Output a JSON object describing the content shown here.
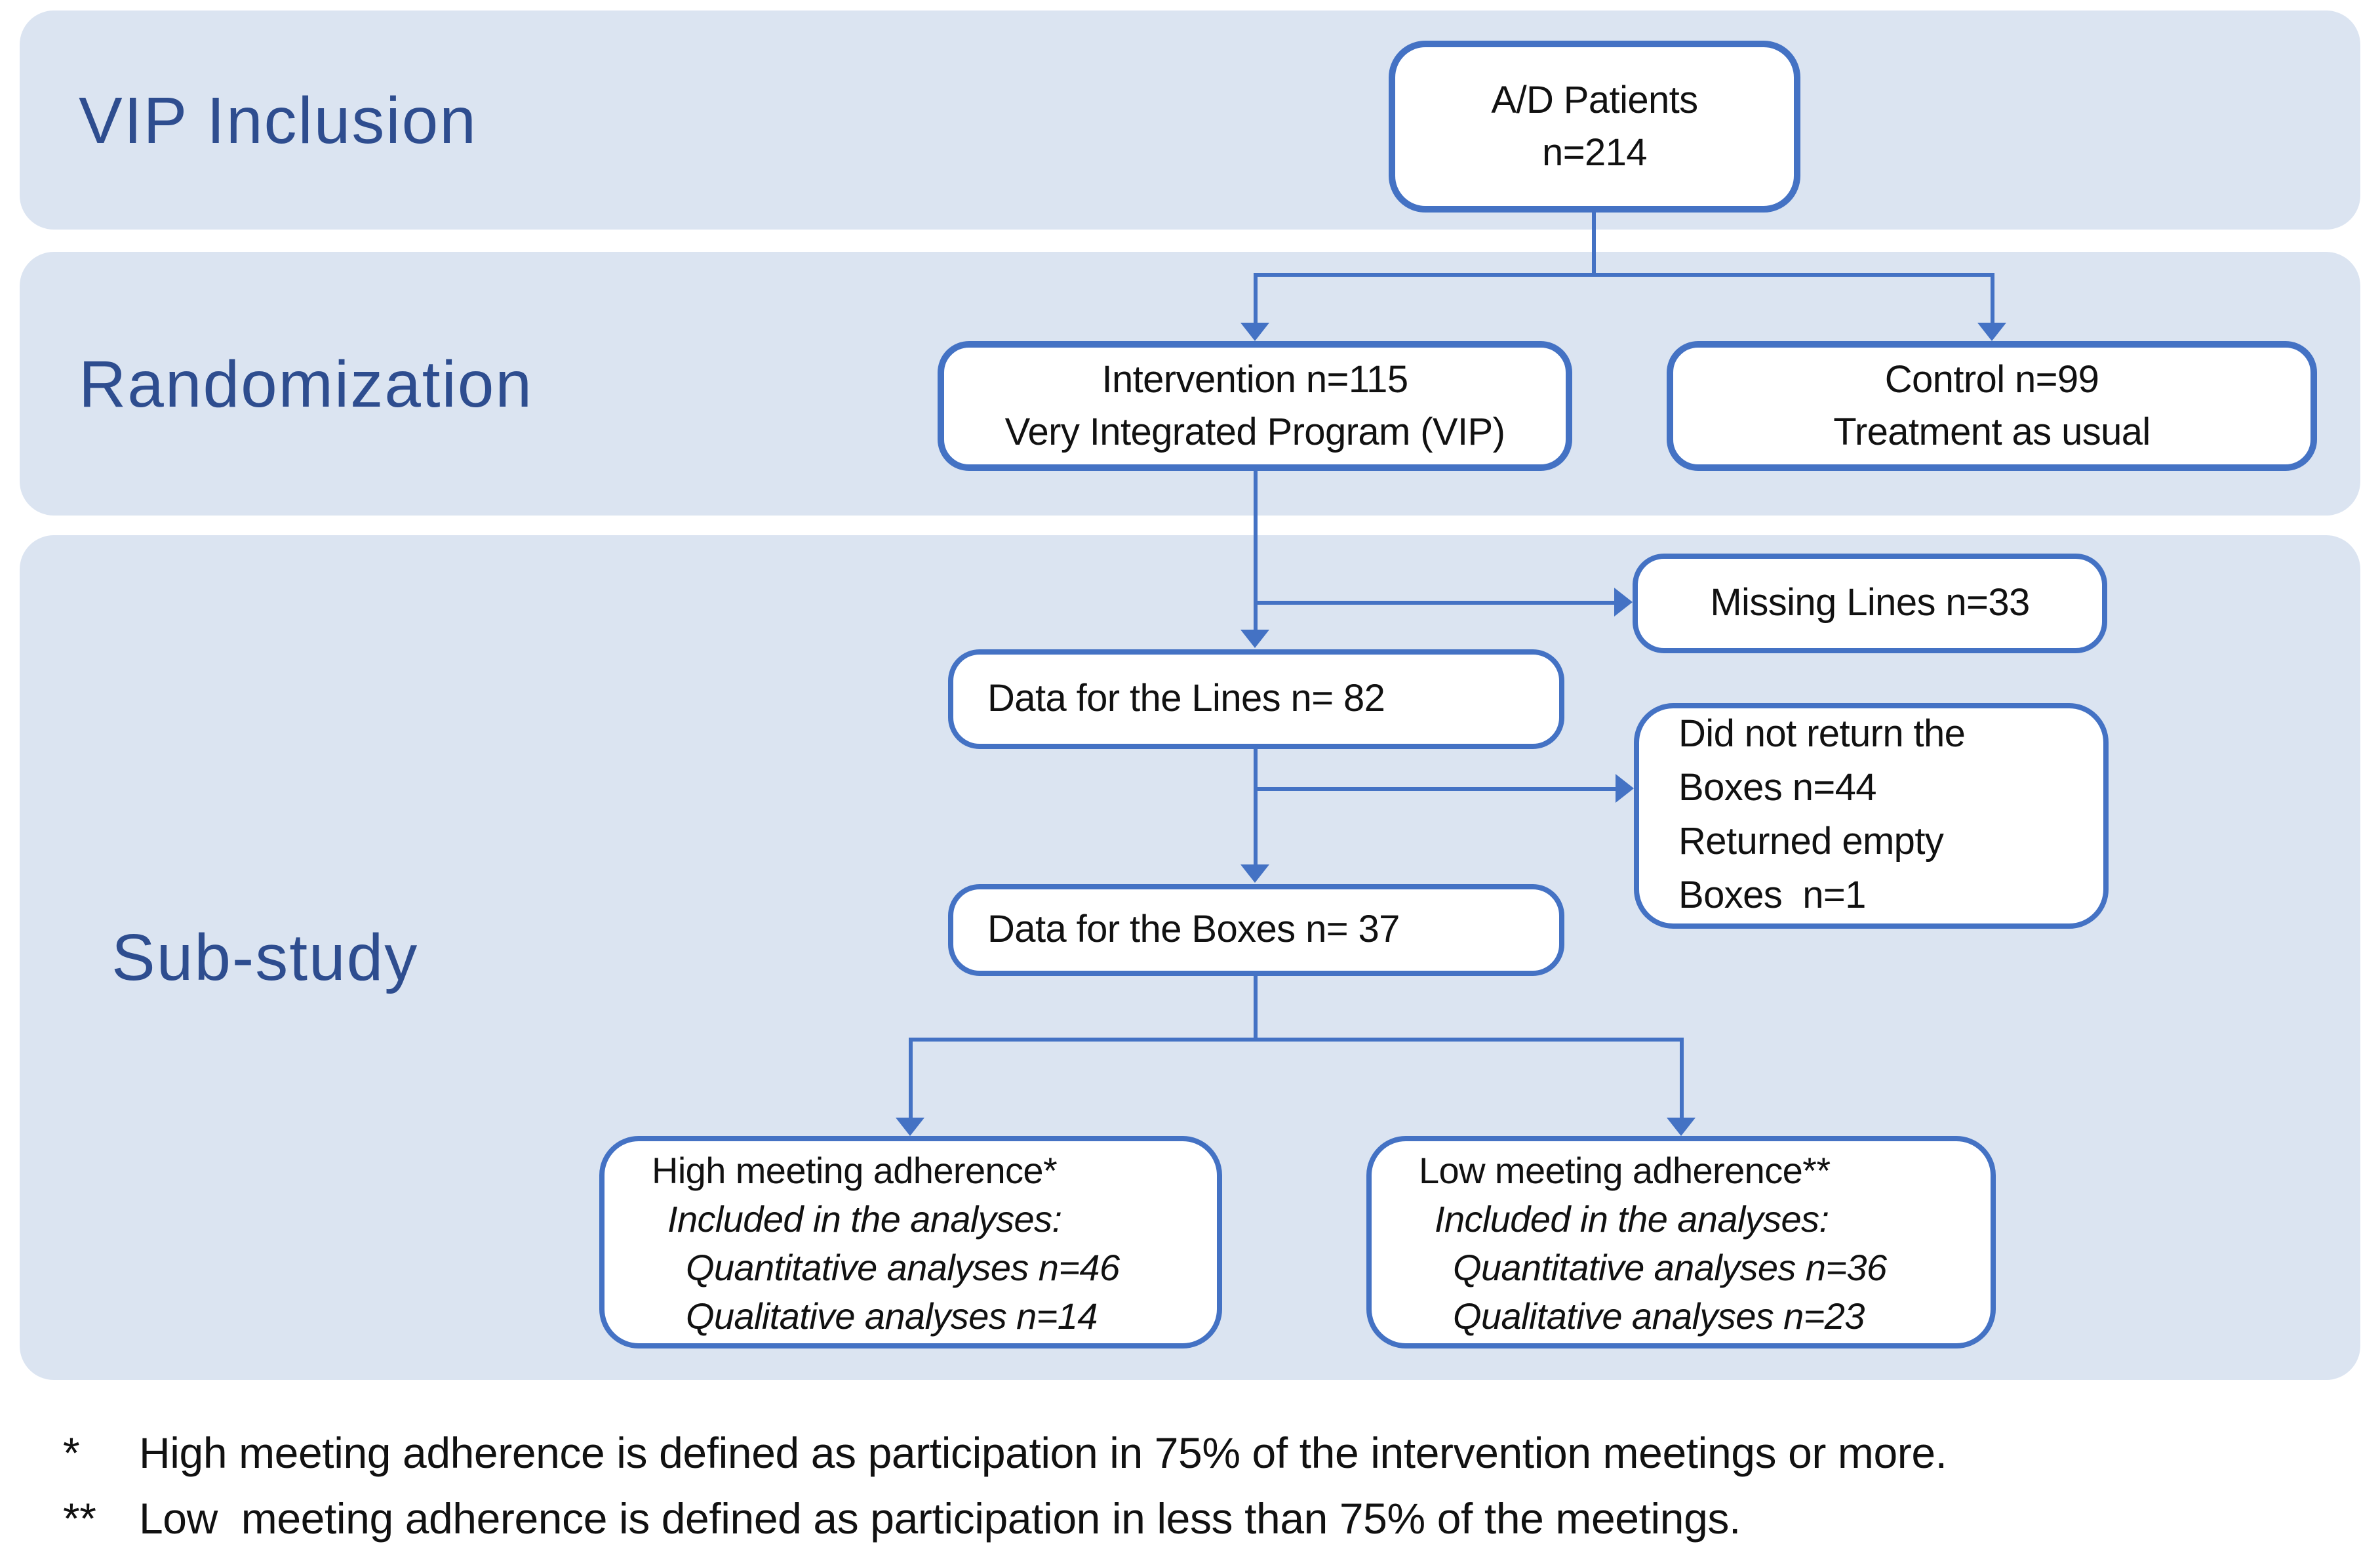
{
  "figure": {
    "sections": [
      {
        "label": "VIP Inclusion"
      },
      {
        "label": "Randomization"
      },
      {
        "label": "Sub-study"
      }
    ]
  },
  "boxes": {
    "ad_patients": {
      "line1": "A/D Patients",
      "line2": "n=214"
    },
    "intervention": {
      "line1": "Intervention n=115",
      "line2": "Very Integrated Program (VIP)"
    },
    "control": {
      "line1": "Control n=99",
      "line2": "Treatment as usual"
    },
    "missing_lines": {
      "line1": "Missing Lines n=33"
    },
    "data_lines": {
      "line1": "Data for the Lines n= 82"
    },
    "did_not_return": {
      "line1": "Did not return the",
      "line2": "Boxes n=44",
      "line3": "Returned empty",
      "line4": "Boxes  n=1"
    },
    "data_boxes": {
      "line1": "Data for the Boxes n= 37"
    },
    "high_adherence": {
      "title": "High meeting adherence*",
      "subtitle": "Included in the analyses:",
      "item1": "Quantitative analyses n=46",
      "item2": "Qualitative analyses n=14"
    },
    "low_adherence": {
      "title": "Low meeting adherence**",
      "subtitle": "Included in the analyses:",
      "item1": "Quantitative analyses n=36",
      "item2": "Qualitative analyses n=23"
    }
  },
  "footnotes": {
    "f1_marker": "*",
    "f1_text": "High meeting adherence is defined as participation in 75% of the intervention meetings or more.",
    "f2_marker": "**",
    "f2_text": "Low  meeting adherence is defined as participation in less than 75% of the meetings."
  },
  "colors": {
    "accent_border": "#4472c4",
    "band_fill": "#dbe4f1",
    "section_label": "#2e4d8f",
    "box_text": "#111111"
  }
}
